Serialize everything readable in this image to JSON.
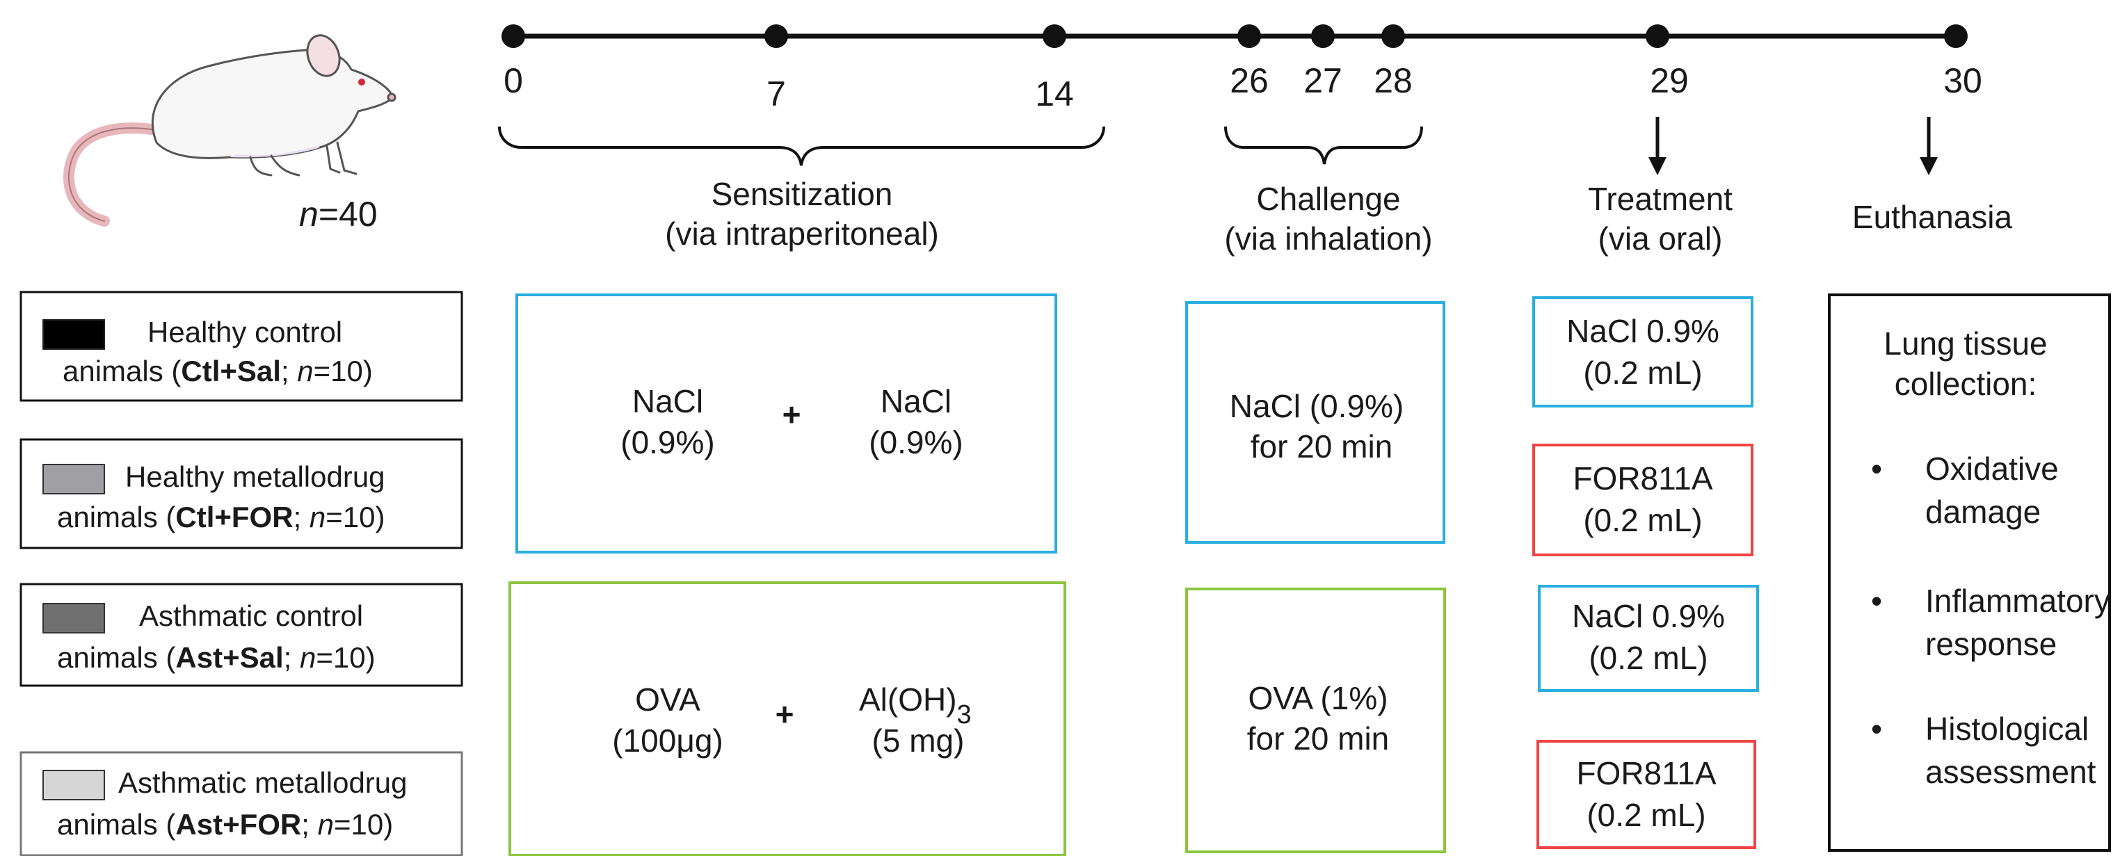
{
  "colors": {
    "line": "#111111",
    "saline_box": "#29aee0",
    "ova_box": "#8cc63f",
    "for_box": "#ef4444",
    "ctl_sal_swatch": "#000000",
    "ctl_for_swatch": "#a0a0a4",
    "ast_sal_swatch": "#707070",
    "ast_for_swatch": "#d6d6d6"
  },
  "mouse": {
    "n_prefix": "n",
    "n_suffix": "=40"
  },
  "timeline": {
    "days": [
      "0",
      "7",
      "14",
      "26",
      "27",
      "28",
      "29",
      "30"
    ]
  },
  "phases": {
    "sensitization": {
      "title": "Sensitization",
      "route": "(via intraperitoneal)"
    },
    "challenge": {
      "title": "Challenge",
      "route": "(via inhalation)"
    },
    "treatment": {
      "title": "Treatment",
      "route": "(via oral)"
    },
    "euthanasia": {
      "title": "Euthanasia"
    }
  },
  "groups": [
    {
      "line1": "Healthy control",
      "line2_pre": "animals (",
      "code": "Ctl+Sal",
      "sep": "; ",
      "n": "n",
      "n_val": "=10)"
    },
    {
      "line1": "Healthy metallodrug",
      "line2_pre": "animals (",
      "code": "Ctl+FOR",
      "sep": "; ",
      "n": "n",
      "n_val": "=10)"
    },
    {
      "line1": "Asthmatic control",
      "line2_pre": "animals (",
      "code": "Ast+Sal",
      "sep": "; ",
      "n": "n",
      "n_val": "=10)"
    },
    {
      "line1": "Asthmatic metallodrug",
      "line2_pre": "animals (",
      "code": "Ast+FOR",
      "sep": "; ",
      "n": "n",
      "n_val": "=10)"
    }
  ],
  "sensitization_boxes": {
    "healthy": {
      "left_1": "NaCl",
      "left_2": "(0.9%)",
      "plus": "+",
      "right_1": "NaCl",
      "right_2": "(0.9%)"
    },
    "asthmatic": {
      "left_1": "OVA",
      "left_2": "(100μg)",
      "plus": "+",
      "right_1": "Al(OH)",
      "right_sub": "3",
      "right_2": "(5 mg)"
    }
  },
  "challenge_boxes": {
    "healthy": {
      "line1": "NaCl (0.9%)",
      "line2": "for 20 min"
    },
    "asthmatic": {
      "line1": "OVA (1%)",
      "line2": "for 20 min"
    }
  },
  "treatment_boxes": [
    {
      "line1": "NaCl 0.9%",
      "line2": "(0.2 mL)"
    },
    {
      "line1": "FOR811A",
      "line2": "(0.2 mL)"
    },
    {
      "line1": "NaCl 0.9%",
      "line2": "(0.2 mL)"
    },
    {
      "line1": "FOR811A",
      "line2": "(0.2 mL)"
    }
  ],
  "collection": {
    "title_1": "Lung tissue",
    "title_2": "collection:",
    "bullet": "•",
    "items": [
      {
        "line1": "Oxidative",
        "line2": "damage"
      },
      {
        "line1": "Inflammatory",
        "line2": "response"
      },
      {
        "line1": "Histological",
        "line2": "assessment"
      }
    ]
  }
}
